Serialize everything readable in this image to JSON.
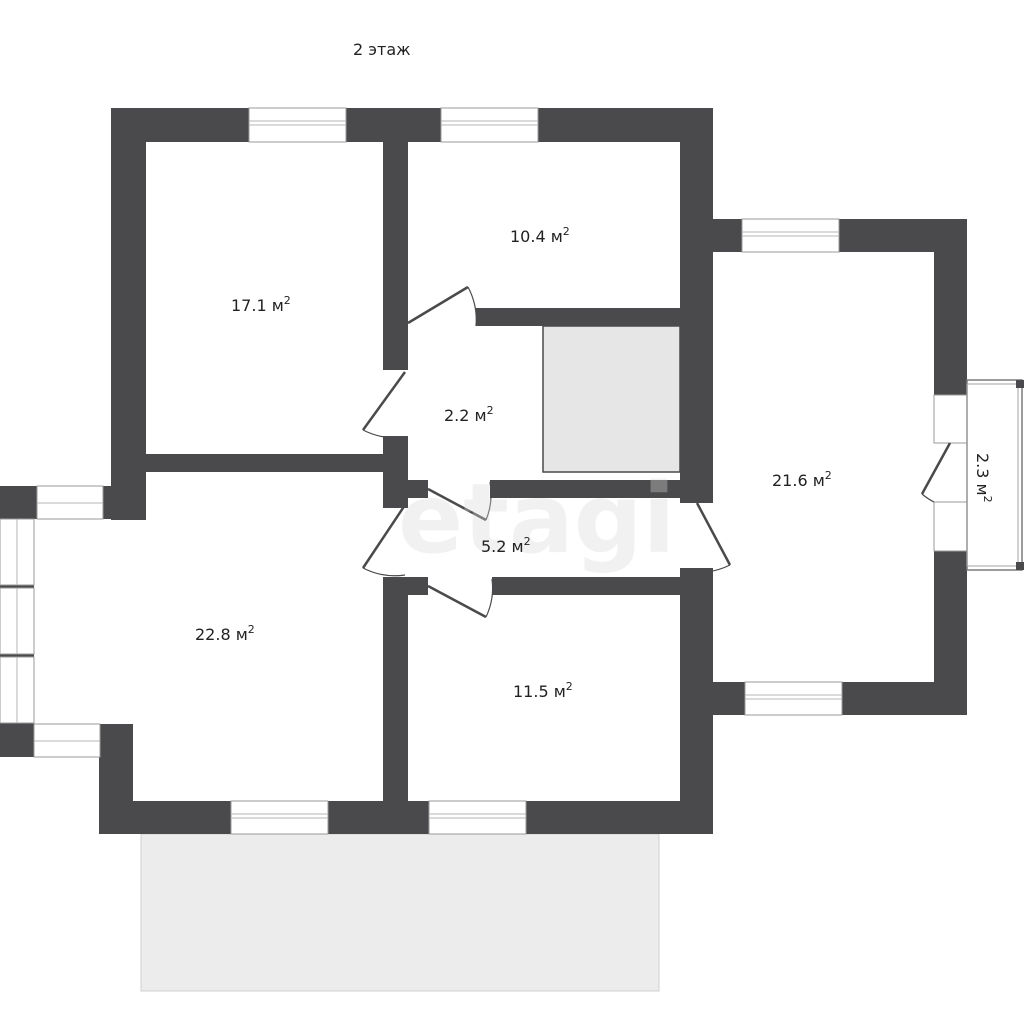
{
  "floor_title": "2 этаж",
  "watermark": "etagi",
  "colors": {
    "wall": "#4a4a4c",
    "terrace": "#ececec",
    "closet": "#e6e6e6"
  },
  "rooms": [
    {
      "id": "room-top-left",
      "label": "17.1 м",
      "sup": "2"
    },
    {
      "id": "room-top-middle",
      "label": "10.4 м",
      "sup": "2"
    },
    {
      "id": "room-small-hall",
      "label": "2.2 м",
      "sup": "2"
    },
    {
      "id": "room-right",
      "label": "21.6 м",
      "sup": "2"
    },
    {
      "id": "room-balcony",
      "label": "2.3 м",
      "sup": "2"
    },
    {
      "id": "room-corridor",
      "label": "5.2 м",
      "sup": "2"
    },
    {
      "id": "room-bottom-left",
      "label": "22.8 м",
      "sup": "2"
    },
    {
      "id": "room-bottom-middle",
      "label": "11.5 м",
      "sup": "2"
    }
  ]
}
